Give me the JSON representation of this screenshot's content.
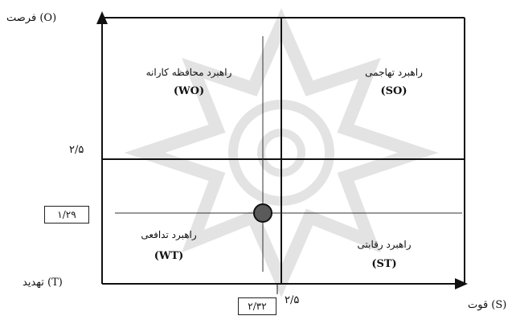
{
  "axes": {
    "y_label": "فرصت (O)",
    "y_bottom_label": "تهدید (T)",
    "x_label": "قوت (S)",
    "y_mid_value": "۲/۵",
    "x_mid_value": "۲/۵"
  },
  "quadrants": {
    "wo": {
      "title": "راهبرد محافظه کارانه",
      "code": "(WO)"
    },
    "so": {
      "title": "راهبرد تهاجمی",
      "code": "(SO)"
    },
    "wt": {
      "title": "راهبرد تدافعی",
      "code": "(WT)"
    },
    "st": {
      "title": "راهبرد رقابتی",
      "code": "(ST)"
    }
  },
  "position": {
    "x_value": "۲/۳۲",
    "y_value": "۱/۲۹"
  },
  "colors": {
    "line": "#111111",
    "watermark": "#e4e4e4",
    "marker_fill": "#555555"
  }
}
